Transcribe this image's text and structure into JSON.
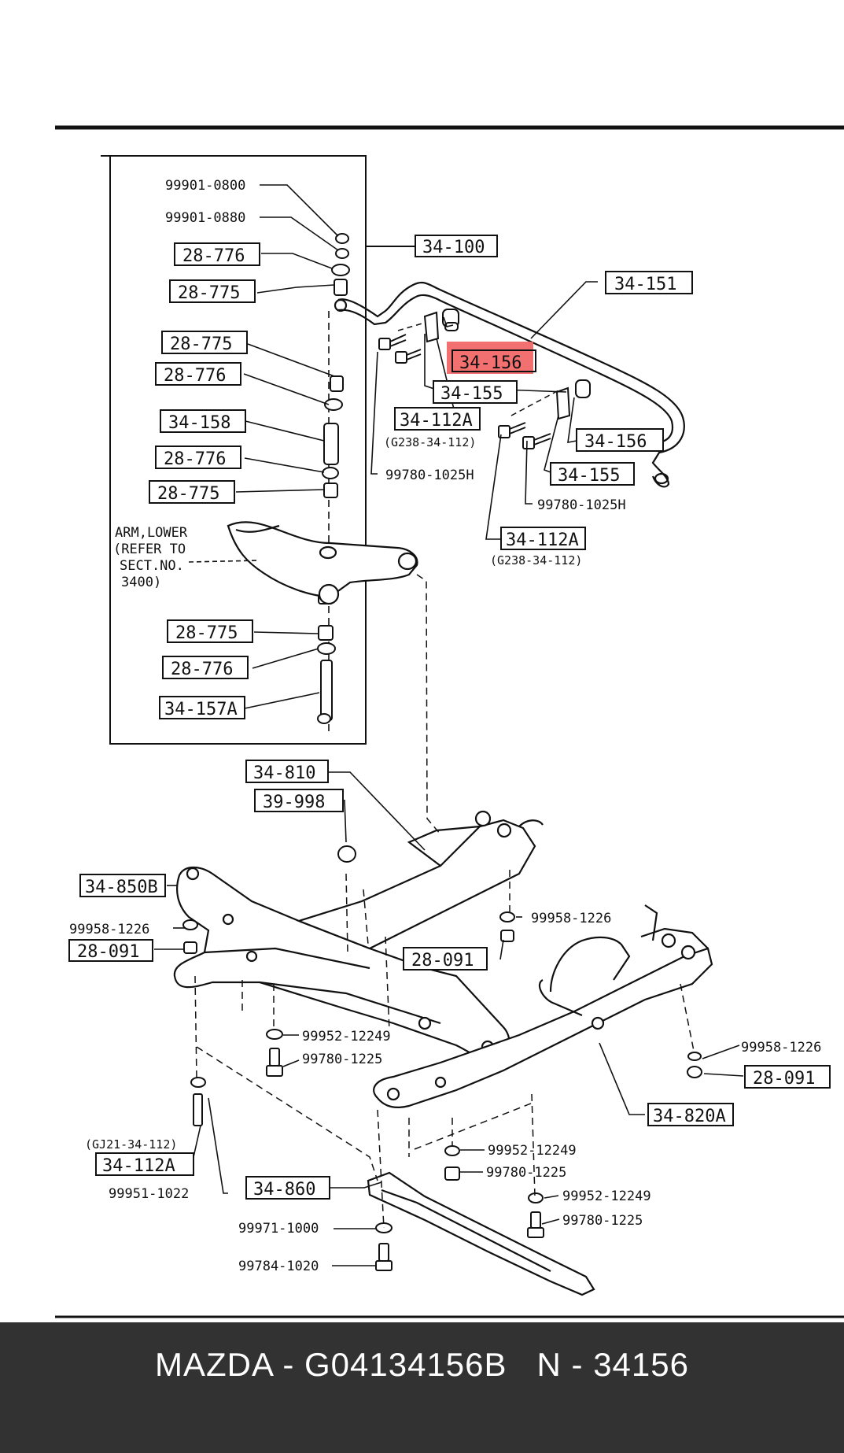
{
  "boxed_labels": [
    {
      "id": "34-100",
      "text": "34-100"
    },
    {
      "id": "28-776-a",
      "text": "28-776"
    },
    {
      "id": "28-775-a",
      "text": "28-775"
    },
    {
      "id": "34-151",
      "text": "34-151"
    },
    {
      "id": "28-775-b",
      "text": "28-775"
    },
    {
      "id": "34-156-a",
      "text": "34-156",
      "highlighted": true
    },
    {
      "id": "28-776-b",
      "text": "28-776"
    },
    {
      "id": "34-155-a",
      "text": "34-155"
    },
    {
      "id": "34-158",
      "text": "34-158"
    },
    {
      "id": "34-112A-a",
      "text": "34-112A"
    },
    {
      "id": "34-156-b",
      "text": "34-156"
    },
    {
      "id": "28-776-c",
      "text": "28-776"
    },
    {
      "id": "34-155-b",
      "text": "34-155"
    },
    {
      "id": "28-775-c",
      "text": "28-775"
    },
    {
      "id": "34-112A-b",
      "text": "34-112A"
    },
    {
      "id": "28-775-d",
      "text": "28-775"
    },
    {
      "id": "28-776-d",
      "text": "28-776"
    },
    {
      "id": "34-157A",
      "text": "34-157A"
    },
    {
      "id": "34-810",
      "text": "34-810"
    },
    {
      "id": "39-998",
      "text": "39-998"
    },
    {
      "id": "34-850B",
      "text": "34-850B"
    },
    {
      "id": "28-091-a",
      "text": "28-091"
    },
    {
      "id": "28-091-b",
      "text": "28-091"
    },
    {
      "id": "28-091-c",
      "text": "28-091"
    },
    {
      "id": "34-820A",
      "text": "34-820A"
    },
    {
      "id": "34-112A-c",
      "text": "34-112A"
    },
    {
      "id": "34-860",
      "text": "34-860"
    }
  ],
  "plain_labels": [
    {
      "id": "99901-0800",
      "text": "99901-0800"
    },
    {
      "id": "99901-0880",
      "text": "99901-0880"
    },
    {
      "id": "g238-a",
      "text": "(G238-34-112)"
    },
    {
      "id": "99780-1025H-a",
      "text": "99780-1025H"
    },
    {
      "id": "99780-1025H-b",
      "text": "99780-1025H"
    },
    {
      "id": "g238-b",
      "text": "(G238-34-112)"
    },
    {
      "id": "99958-1226-a",
      "text": "99958-1226"
    },
    {
      "id": "99958-1226-b",
      "text": "99958-1226"
    },
    {
      "id": "99958-1226-c",
      "text": "99958-1226"
    },
    {
      "id": "99952-12249-a",
      "text": "99952-12249"
    },
    {
      "id": "99780-1225-a",
      "text": "99780-1225"
    },
    {
      "id": "99952-12249-b",
      "text": "99952-12249"
    },
    {
      "id": "99780-1225-b",
      "text": "99780-1225"
    },
    {
      "id": "99952-12249-c",
      "text": "99952-12249"
    },
    {
      "id": "99780-1225-c",
      "text": "99780-1225"
    },
    {
      "id": "gj21",
      "text": "(GJ21-34-112)"
    },
    {
      "id": "99951-1022",
      "text": "99951-1022"
    },
    {
      "id": "99971-1000",
      "text": "99971-1000"
    },
    {
      "id": "99784-1020",
      "text": "99784-1020"
    }
  ],
  "arm_note": [
    "ARM,LOWER",
    "(REFER TO",
    "SECT.NO.",
    "3400)"
  ],
  "footer": {
    "text": "MAZDA - G04134156B   N - 34156"
  },
  "colors": {
    "highlight": "#f26060",
    "footer_bg": "#323232",
    "ink": "#111111"
  }
}
